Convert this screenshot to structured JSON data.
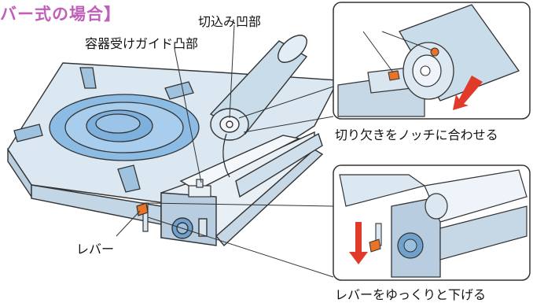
{
  "title": "バー式の場合】",
  "labels": {
    "cut_recess": "切込み凹部",
    "guide_boss": "容器受けガイド凸部",
    "align": "合わせる",
    "align_caption": "切り欠きをノッチに合わせる",
    "lever": "レバー",
    "lower_caption": "レバーをゆっくりと下げる"
  },
  "colors": {
    "title": "#c060b8",
    "metal": "#c9dcea",
    "burner": "#6fa8dc",
    "lever": "#e8742a",
    "arrow": "#e23a2a",
    "outline": "#333333"
  }
}
